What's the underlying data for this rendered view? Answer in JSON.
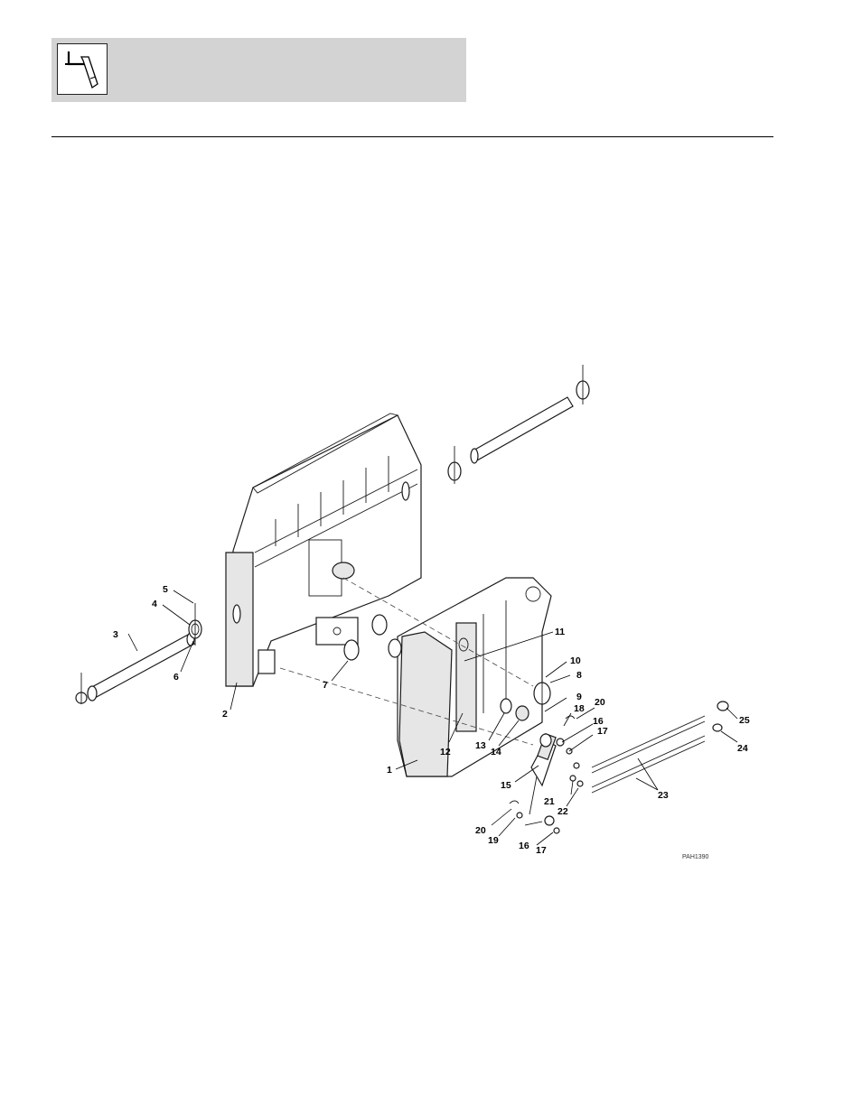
{
  "header": {
    "icon": "hydraulic-tool-icon"
  },
  "figure": {
    "reference": "PAH1390",
    "callouts": [
      {
        "id": "c1",
        "label": "1"
      },
      {
        "id": "c2",
        "label": "2"
      },
      {
        "id": "c3",
        "label": "3"
      },
      {
        "id": "c4",
        "label": "4"
      },
      {
        "id": "c5",
        "label": "5"
      },
      {
        "id": "c6",
        "label": "6"
      },
      {
        "id": "c7",
        "label": "7"
      },
      {
        "id": "c8",
        "label": "8"
      },
      {
        "id": "c9",
        "label": "9"
      },
      {
        "id": "c10",
        "label": "10"
      },
      {
        "id": "c11",
        "label": "11"
      },
      {
        "id": "c12",
        "label": "12"
      },
      {
        "id": "c13",
        "label": "13"
      },
      {
        "id": "c14",
        "label": "14"
      },
      {
        "id": "c15",
        "label": "15"
      },
      {
        "id": "c16a",
        "label": "16"
      },
      {
        "id": "c17a",
        "label": "17"
      },
      {
        "id": "c18",
        "label": "18"
      },
      {
        "id": "c20a",
        "label": "20"
      },
      {
        "id": "c16b",
        "label": "16"
      },
      {
        "id": "c17b",
        "label": "17"
      },
      {
        "id": "c19",
        "label": "19"
      },
      {
        "id": "c20b",
        "label": "20"
      },
      {
        "id": "c21",
        "label": "21"
      },
      {
        "id": "c22",
        "label": "22"
      },
      {
        "id": "c23",
        "label": "23"
      },
      {
        "id": "c24",
        "label": "24"
      },
      {
        "id": "c25",
        "label": "25"
      }
    ]
  }
}
